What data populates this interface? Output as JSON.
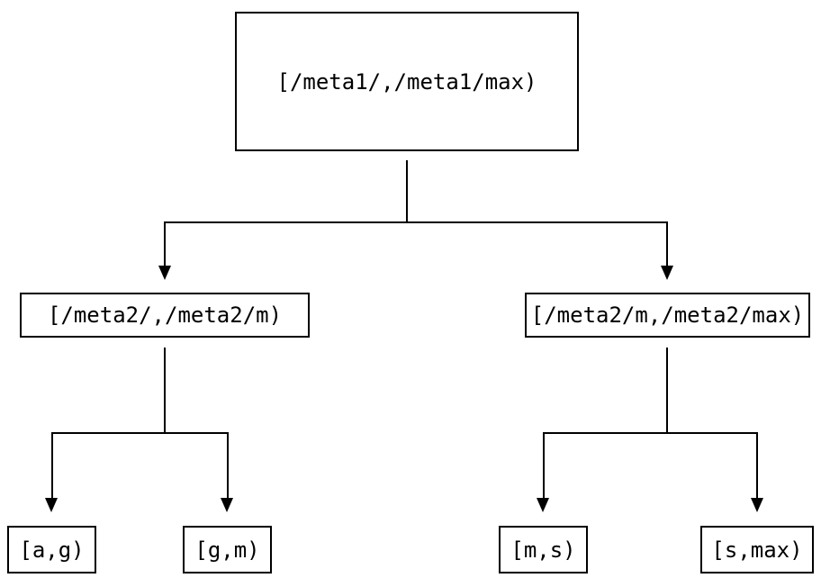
{
  "diagram": {
    "type": "interval-partition-tree",
    "colors": {
      "background": "#ffffff",
      "line": "#000000",
      "text": "#000000"
    },
    "nodes": {
      "root": "[/meta1/,/meta1/max)",
      "meta2_left": "[/meta2/,/meta2/m)",
      "meta2_right": "[/meta2/m,/meta2/max)",
      "leaf_ag": "[a,g)",
      "leaf_gm": "[g,m)",
      "leaf_ms": "[m,s)",
      "leaf_smax": "[s,max)"
    },
    "edges": [
      {
        "from": "root",
        "to": "meta2_left"
      },
      {
        "from": "root",
        "to": "meta2_right"
      },
      {
        "from": "meta2_left",
        "to": "leaf_ag"
      },
      {
        "from": "meta2_left",
        "to": "leaf_gm"
      },
      {
        "from": "meta2_right",
        "to": "leaf_ms"
      },
      {
        "from": "meta2_right",
        "to": "leaf_smax"
      }
    ]
  }
}
